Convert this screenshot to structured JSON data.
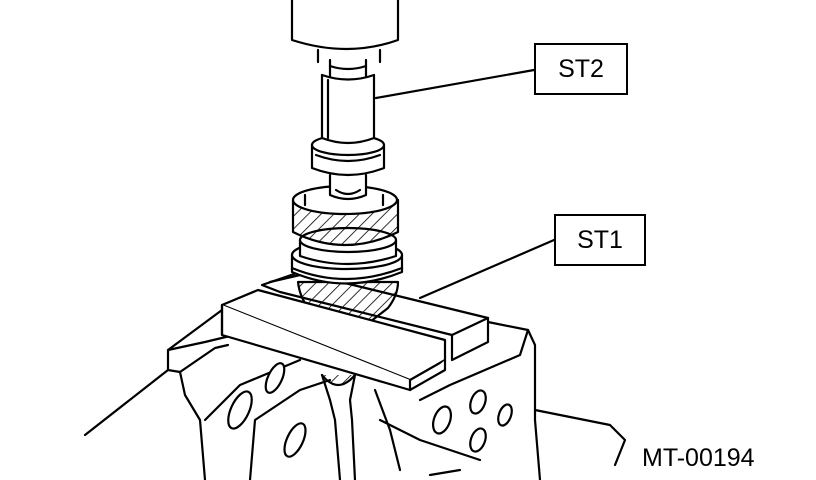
{
  "callouts": {
    "st2": "ST2",
    "st1": "ST1"
  },
  "figure_id": "MT-00194",
  "colors": {
    "line": "#000000",
    "background": "#ffffff"
  }
}
